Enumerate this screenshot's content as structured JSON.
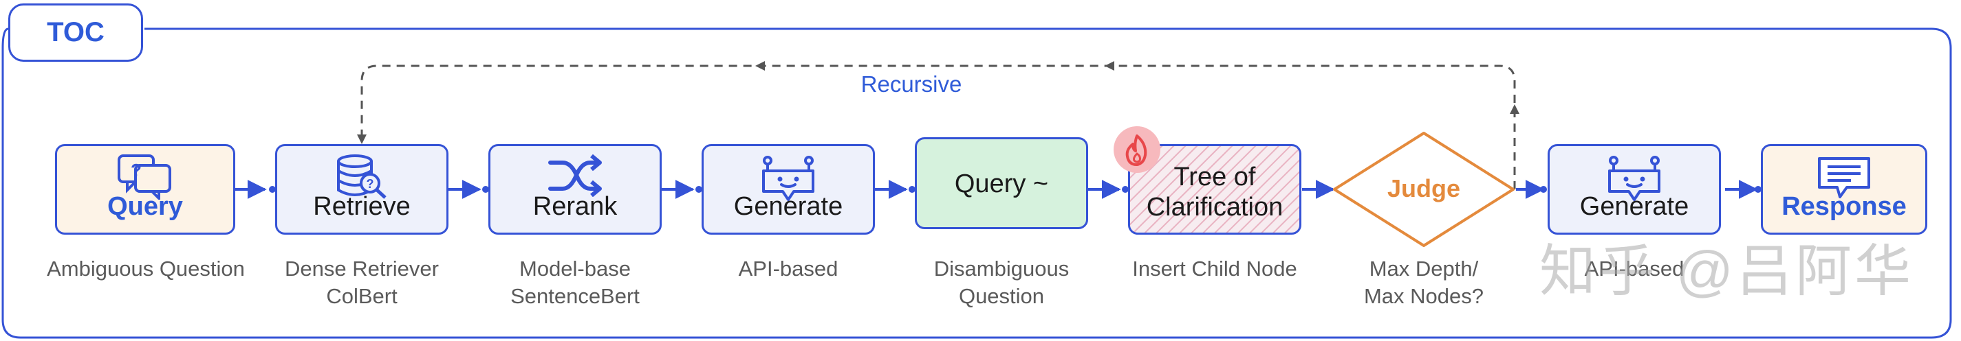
{
  "frame": {
    "tab_label": "TOC"
  },
  "loop": {
    "label": "Recursive"
  },
  "nodes": {
    "query": {
      "label": "Query",
      "caption": "Ambiguous Question",
      "icon": "chat-question-icon"
    },
    "retrieve": {
      "label": "Retrieve",
      "caption_1": "Dense Retriever",
      "caption_2": "ColBert",
      "icon": "database-search-icon"
    },
    "rerank": {
      "label": "Rerank",
      "caption_1": "Model-base",
      "caption_2": "SentenceBert",
      "icon": "shuffle-icon"
    },
    "generate_1": {
      "label": "Generate",
      "caption": "API-based",
      "icon": "robot-chat-icon"
    },
    "query_tilde": {
      "label": "Query ~",
      "caption_1": "Disambiguous",
      "caption_2": "Question"
    },
    "tree": {
      "label_1": "Tree of",
      "label_2": "Clarification",
      "caption": "Insert Child Node",
      "icon": "fire-icon"
    },
    "judge": {
      "label": "Judge",
      "caption_1": "Max Depth/",
      "caption_2": "Max Nodes?"
    },
    "generate_2": {
      "label": "Generate",
      "caption": "API-based",
      "icon": "robot-chat-icon"
    },
    "response": {
      "label": "Response",
      "icon": "document-chat-icon"
    }
  },
  "watermark": "知乎 @吕阿华",
  "colors": {
    "blue": "#3553d6",
    "accent_text": "#2f5bd8",
    "light_node": "#eef1fb",
    "cream_node": "#fdf3e7",
    "green_node": "#d6f2dd",
    "judge_orange": "#e48a3c",
    "fire_red": "#e8474a",
    "dashed_gray": "#555555"
  }
}
